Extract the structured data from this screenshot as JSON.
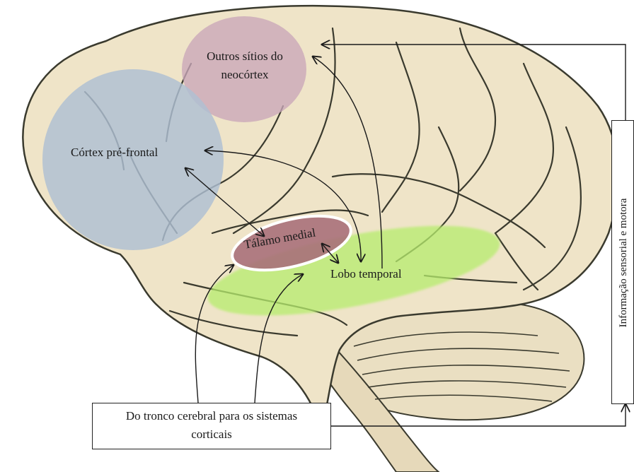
{
  "labels": {
    "neocortex": [
      "Outros sítios do",
      "neocórtex"
    ],
    "prefrontal": "Córtex pré-frontal",
    "thalamus": "Tálamo medial",
    "temporal": "Lobo temporal",
    "brainstem": [
      "Do tronco cerebral para os sistemas",
      "corticais"
    ],
    "sensory": "Informação sensorial e motora"
  },
  "colors": {
    "neocortex_region": "#c9a7b8",
    "prefrontal_region": "#aebfd3",
    "thalamus_region": "#a8707a",
    "temporal_region": "#b6ec6c",
    "brain_fill": "#efe4c8",
    "brain_line": "#3a3a2e",
    "arrow": "#1a1a1a"
  }
}
